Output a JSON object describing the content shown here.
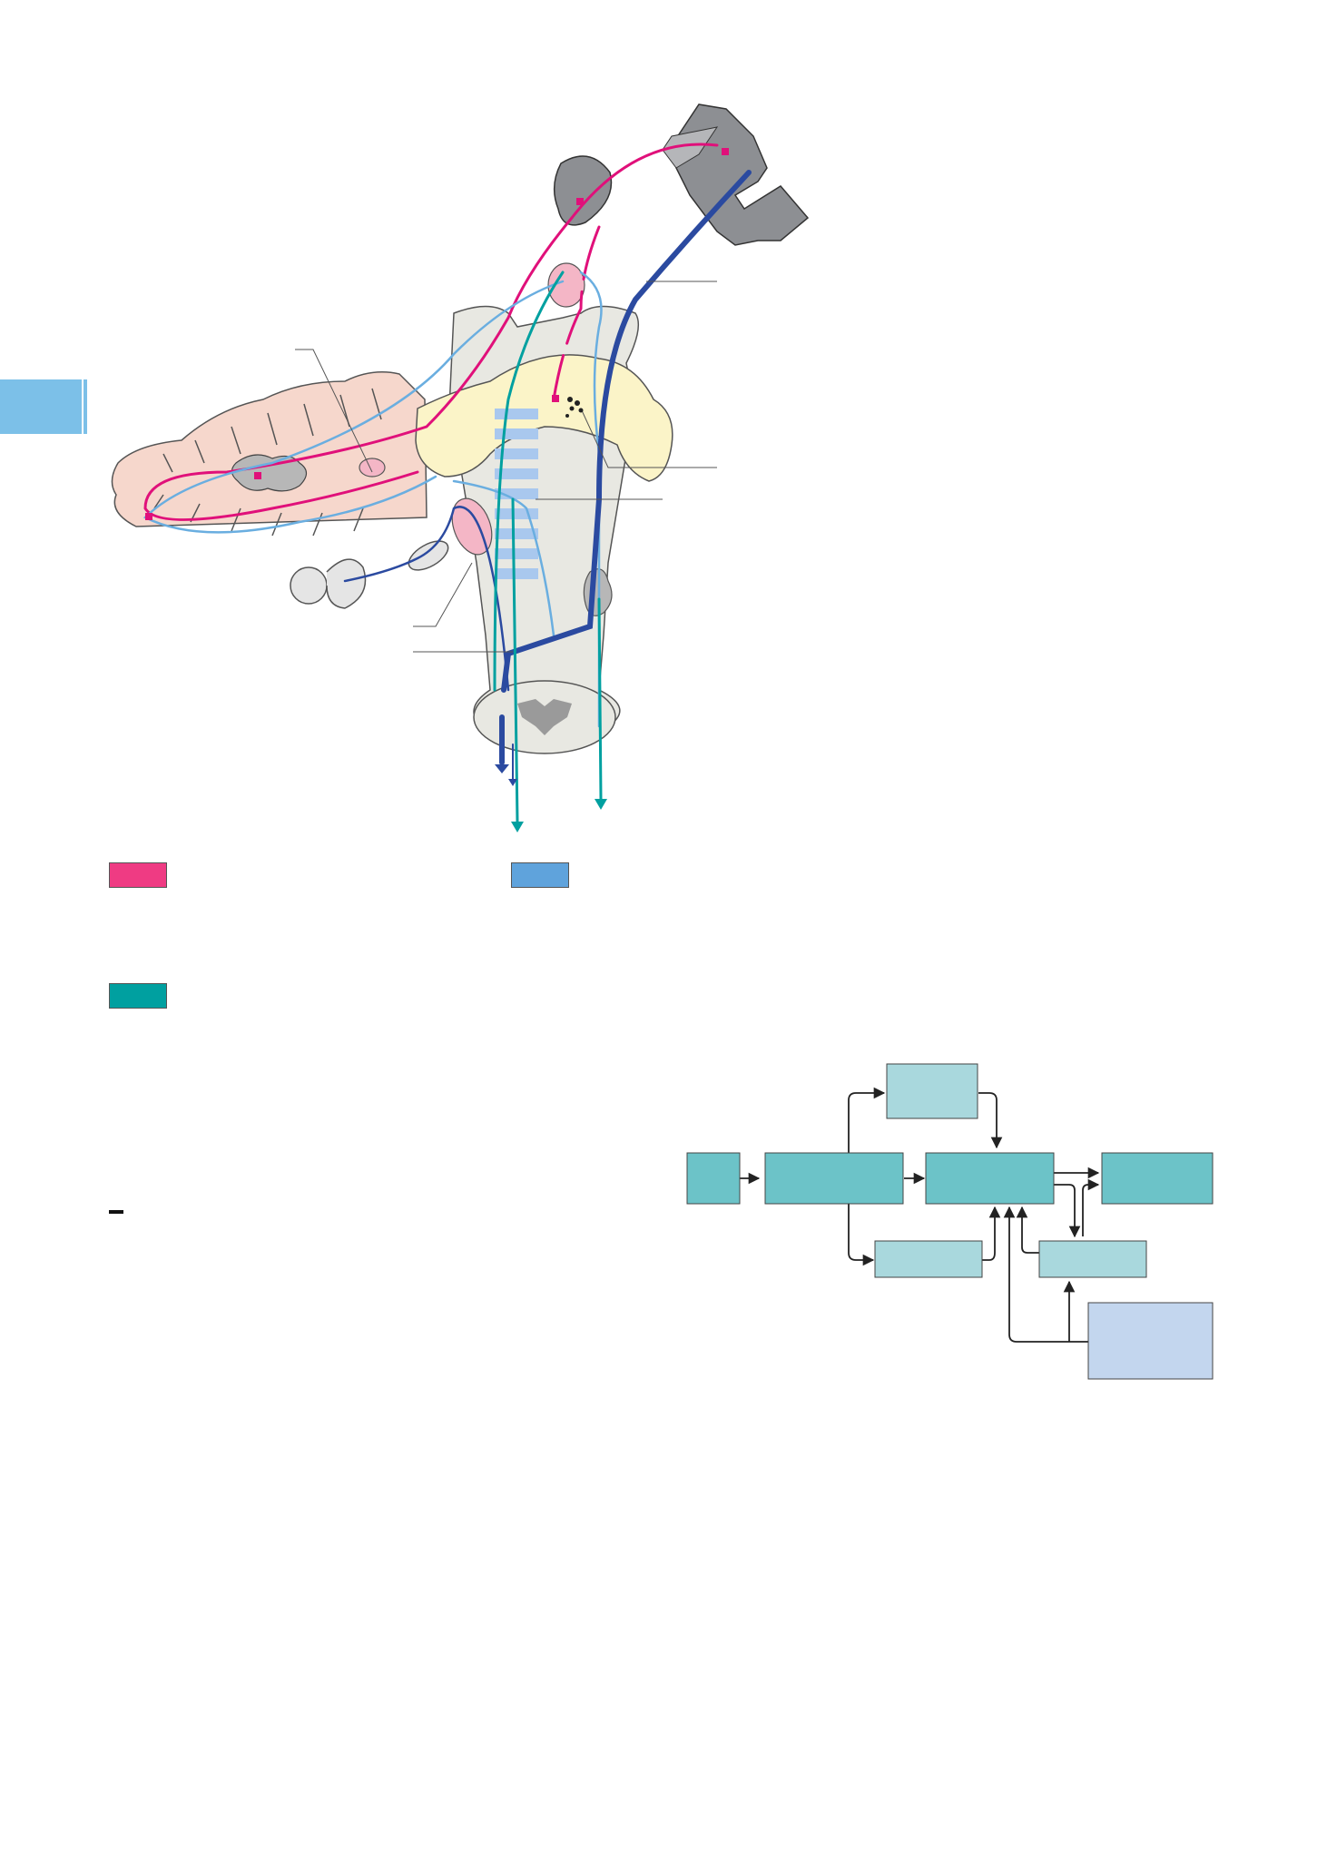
{
  "page": {
    "accent_color": "#7cc0e8"
  },
  "legend": [
    {
      "color": "#ef3b83",
      "label": ""
    },
    {
      "color": "#5fa3dc",
      "label": ""
    },
    {
      "color": "#00a0a0",
      "label": ""
    }
  ],
  "colors": {
    "magenta_pathway": "#e0107a",
    "light_blue_pathway": "#6aaee0",
    "dark_blue_pathway": "#2b4aa0",
    "teal_pathway": "#00a0a0",
    "cerebellum_fill": "#f6d7cc",
    "brainstem_fill": "#e8e8e2",
    "cortex_fill": "#8d8f93",
    "pons_fill": "#fbf4c8",
    "nucleus_fill": "#f4b6c6",
    "flow_box_dark": "#6cc3c8",
    "flow_box_light": "#a9d8dd",
    "flow_box_blue": "#c3d6ee"
  },
  "flow_diagram": {
    "boxes": [
      {
        "id": "input",
        "label": "",
        "style": "dark"
      },
      {
        "id": "stage1",
        "label": "",
        "style": "dark"
      },
      {
        "id": "stage2",
        "label": "",
        "style": "dark"
      },
      {
        "id": "output",
        "label": "",
        "style": "dark"
      },
      {
        "id": "top",
        "label": "",
        "style": "light"
      },
      {
        "id": "bottom-left",
        "label": "",
        "style": "light"
      },
      {
        "id": "bottom-right",
        "label": "",
        "style": "light"
      },
      {
        "id": "external",
        "label": "",
        "style": "blue"
      }
    ]
  }
}
